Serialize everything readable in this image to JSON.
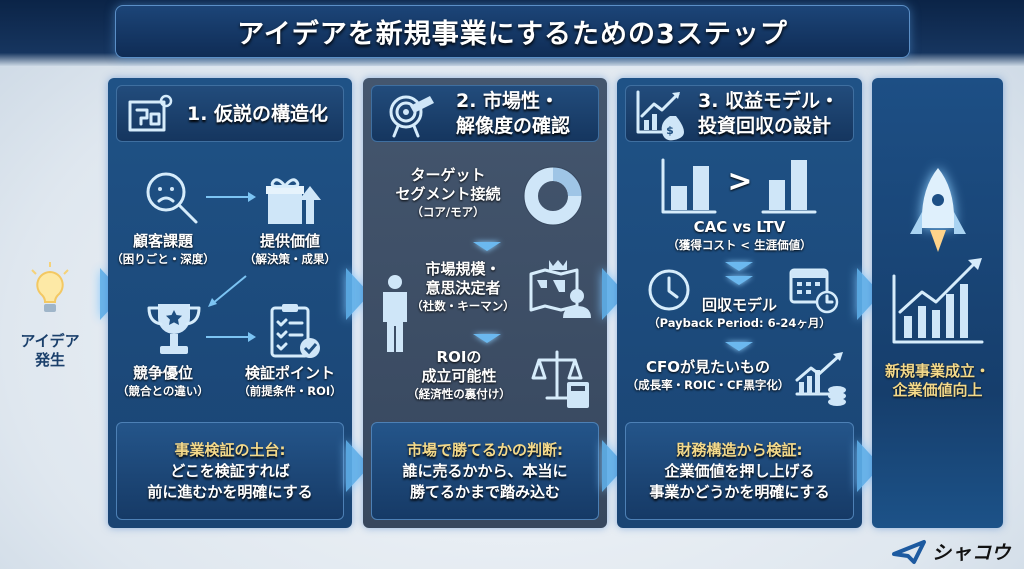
{
  "title": "アイデアを新規事業にするための3ステップ",
  "start": {
    "label_line1": "アイデア",
    "label_line2": "発生",
    "icon": "lightbulb-icon"
  },
  "steps": [
    {
      "header_line1": "1. 仮説の構造化",
      "icon": "blueprint-gear-icon",
      "items": [
        {
          "title": "顧客課題",
          "sub": "（困りごと・深度）",
          "icon": "magnifier-sad-face-icon"
        },
        {
          "title": "提供価値",
          "sub": "（解決策・成果）",
          "icon": "gift-arrow-up-icon"
        },
        {
          "title": "競争優位",
          "sub": "（競合との違い）",
          "icon": "trophy-icon"
        },
        {
          "title": "検証ポイント",
          "sub": "（前提条件・ROI）",
          "icon": "checklist-icon"
        }
      ],
      "summary": {
        "highlight": "事業検証の土台:",
        "line1": "どこを検証すれば",
        "line2": "前に進むかを明確にする"
      }
    },
    {
      "header_line1": "2. 市場性・",
      "header_line2": "解像度の確認",
      "icon": "target-telescope-icon",
      "items": [
        {
          "title_line1": "ターゲット",
          "title_line2": "セグメント接続",
          "sub": "（コア/モア）",
          "icon": "donut-chart-icon"
        },
        {
          "title_line1": "市場規模・",
          "title_line2": "意思決定者",
          "sub": "（社数・キーマン）",
          "icon": "world-map-person-icon"
        },
        {
          "title_line1": "ROIの",
          "title_line2": "成立可能性",
          "sub": "（経済性の裏付け）",
          "icon": "scale-calculator-icon"
        }
      ],
      "summary": {
        "highlight": "市場で勝てるかの判断:",
        "line1": "誰に売るかから、本当に",
        "line2": "勝てるかまで踏み込む"
      }
    },
    {
      "header_line1": "3. 収益モデル・",
      "header_line2": "投資回収の設計",
      "icon": "growth-moneybag-icon",
      "items": [
        {
          "title": "CAC vs LTV",
          "sub": "（獲得コスト < 生涯価値）",
          "icon": "bar-compare-icon",
          "compare_symbol": ">"
        },
        {
          "title": "回収モデル",
          "sub": "（Payback Period: 6-24ヶ月）",
          "icon": "clock-calendar-icon"
        },
        {
          "title": "CFOが見たいもの",
          "sub": "（成長率・ROIC・CF黒字化）",
          "icon": "growth-chart-coins-icon"
        }
      ],
      "summary": {
        "highlight": "財務構造から検証:",
        "line1": "企業価値を押し上げる",
        "line2": "事業かどうかを明確にする"
      }
    }
  ],
  "goal": {
    "line1": "新規事業成立・",
    "line2": "企業価値向上",
    "icon": "rocket-growth-icon"
  },
  "brand": {
    "name": "シャコウ",
    "icon": "paper-plane-logo-icon"
  }
}
